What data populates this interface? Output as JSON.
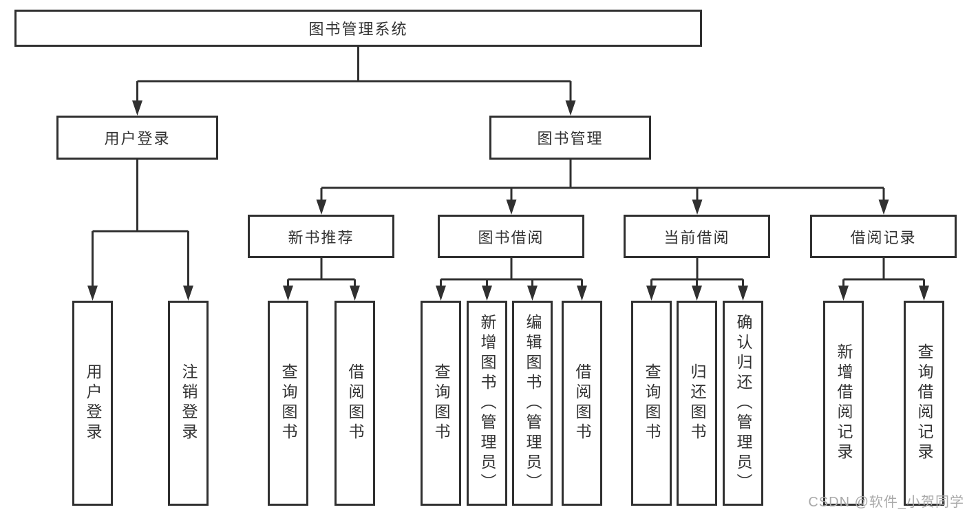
{
  "diagram": {
    "title_node": "图书管理系统",
    "colors": {
      "line": "#303030",
      "box_border": "#303030",
      "text": "#333333",
      "watermark": "#a9a9a9",
      "background": "#ffffff"
    },
    "tree": {
      "root": {
        "label": "图书管理系统"
      },
      "branches": [
        {
          "label": "用户登录",
          "children": [
            {
              "label": "用户登录"
            },
            {
              "label": "注销登录"
            }
          ]
        },
        {
          "label": "图书管理",
          "children": [
            {
              "label": "新书推荐",
              "children": [
                {
                  "label": "查询图书"
                },
                {
                  "label": "借阅图书"
                }
              ]
            },
            {
              "label": "图书借阅",
              "children": [
                {
                  "label": "查询图书"
                },
                {
                  "label": "新增图书（管理员）"
                },
                {
                  "label": "编辑图书（管理员）"
                },
                {
                  "label": "借阅图书"
                }
              ]
            },
            {
              "label": "当前借阅",
              "children": [
                {
                  "label": "查询图书"
                },
                {
                  "label": "归还图书"
                },
                {
                  "label": "确认归还（管理员）"
                }
              ]
            },
            {
              "label": "借阅记录",
              "children": [
                {
                  "label": "新增借阅记录"
                },
                {
                  "label": "查询借阅记录"
                }
              ]
            }
          ]
        }
      ]
    },
    "watermark": {
      "text": "CSDN @软件_小贺同学"
    }
  }
}
